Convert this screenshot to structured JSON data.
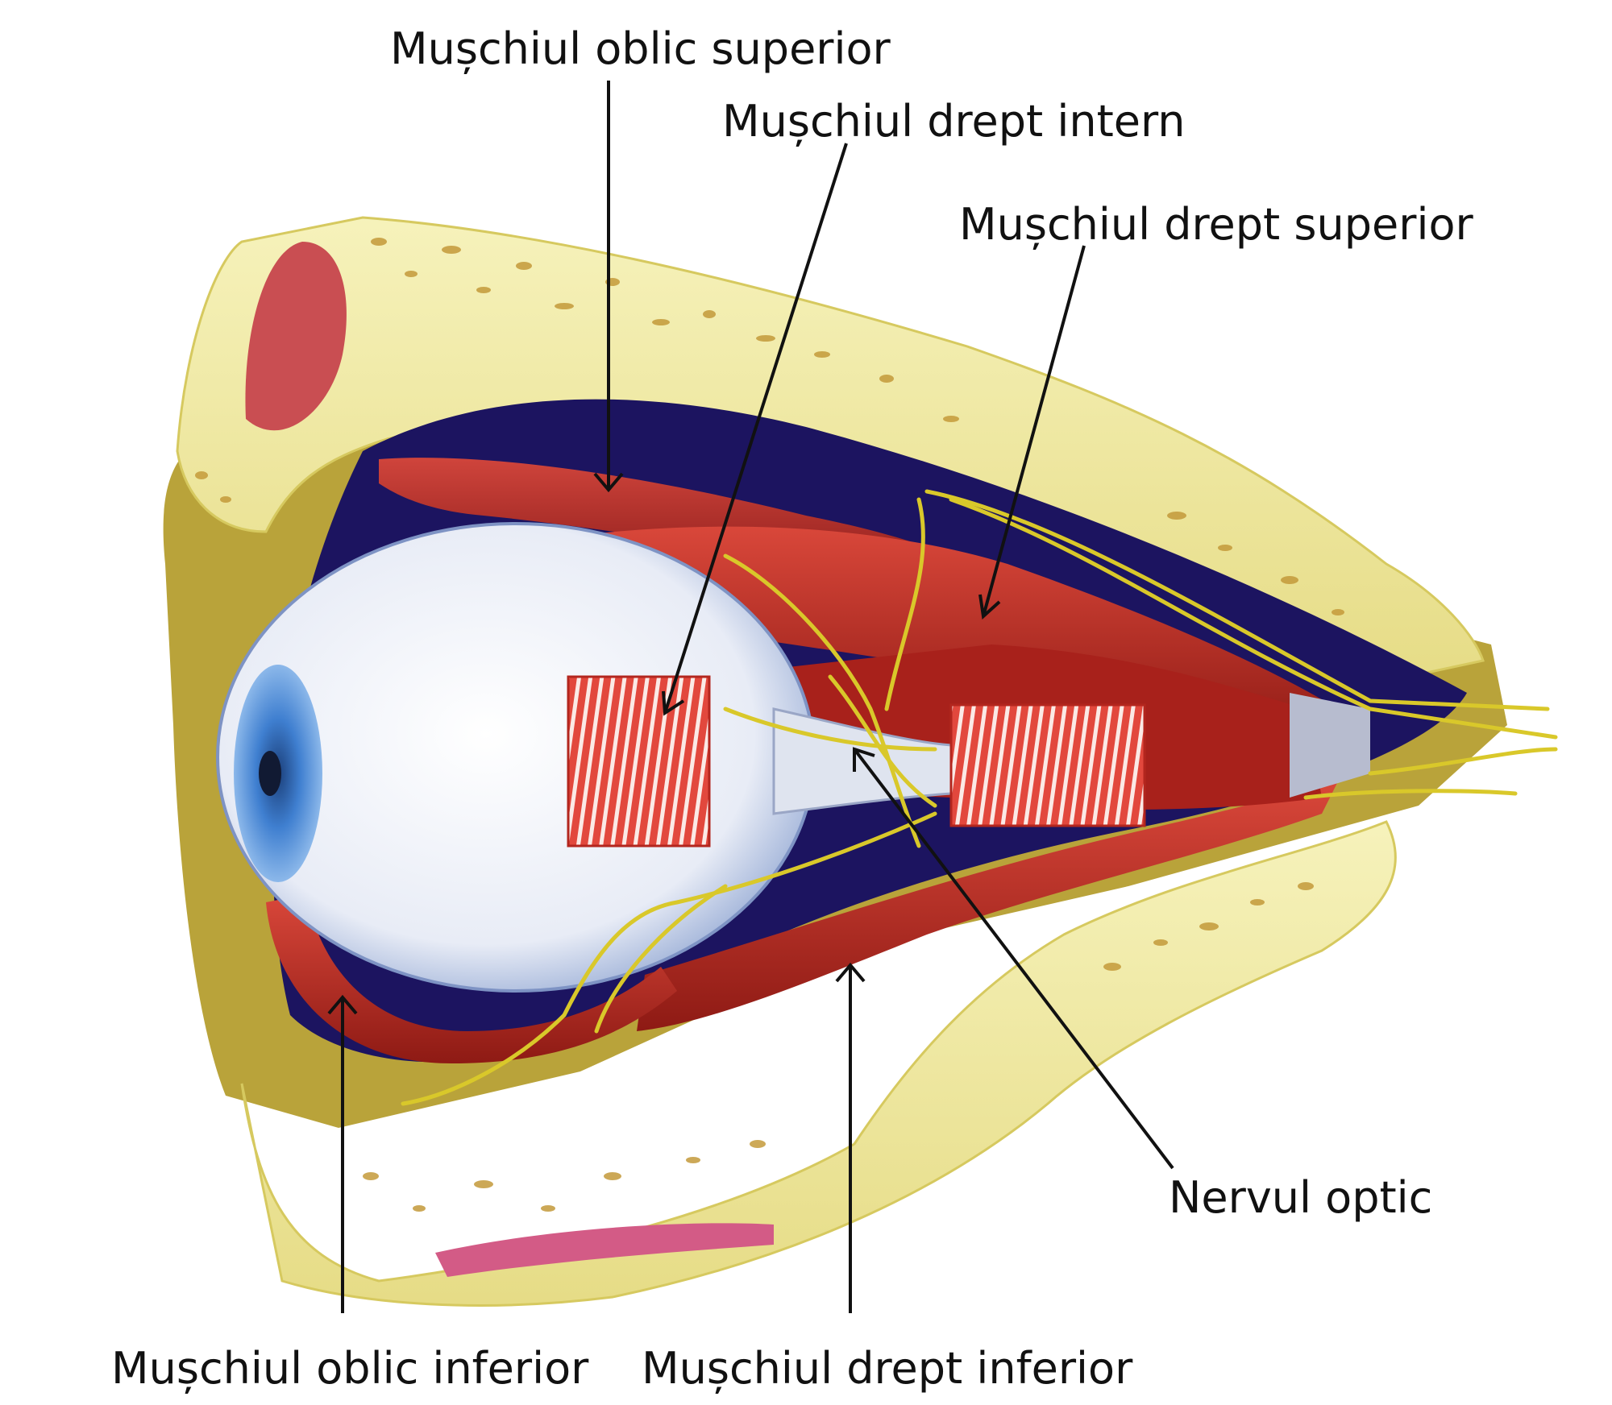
{
  "labels": {
    "oblic_superior": "Mușchiul oblic superior",
    "drept_intern": "Mușchiul drept intern",
    "drept_superior": "Mușchiul drept superior",
    "nervul_optic": "Nervul optic",
    "oblic_inferior": "Mușchiul oblic inferior",
    "drept_inferior": "Mușchiul drept inferior"
  },
  "colors": {
    "bone": "#f3eeaa",
    "bone_dark": "#c7b63e",
    "muscle": "#b3261e",
    "muscle_light": "#e8584c",
    "nerve": "#d9c82a",
    "eyeball": "#f2f4fa",
    "iris": "#3f7fd0",
    "orbit_dark": "#1c1460",
    "pointer": "#111111"
  }
}
